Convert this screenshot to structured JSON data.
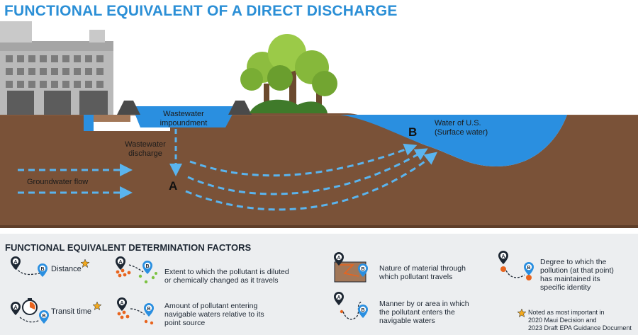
{
  "title": "FUNCTIONAL EQUIVALENT OF A DIRECT DISCHARGE",
  "diagram": {
    "impoundment_label_1": "Wastewater",
    "impoundment_label_2": "impoundment",
    "discharge_label_1": "Wastewater",
    "discharge_label_2": "discharge",
    "point_a": "A",
    "point_b": "B",
    "groundwater_label": "Groundwater flow",
    "water_label_1": "Water of U.S.",
    "water_label_2": "(Surface water)"
  },
  "factors": {
    "heading": "FUNCTIONAL EQUIVALENT DETERMINATION FACTORS",
    "distance": "Distance",
    "transit_time": "Transit time",
    "diluted_1": "Extent to which the pollutant is diluted",
    "diluted_2": "or chemically changed as it travels",
    "amount_1": "Amount of pollutant entering",
    "amount_2": "navigable waters relative to its",
    "amount_3": "point source",
    "nature_1": "Nature of material through",
    "nature_2": "which pollutant travels",
    "manner_1": "Manner by or area in which",
    "manner_2": "the pollutant enters the",
    "manner_3": "navigable waters",
    "degree_1": "Degree to which the",
    "degree_2": "pollution (at that point)",
    "degree_3": "has maintained its",
    "degree_4": "specific identity",
    "note_1": "Noted as most important in",
    "note_2": "2020 Maui Decision and",
    "note_3": "2023 Draft EPA Guidance Document",
    "pin_a": "A",
    "pin_b": "B"
  },
  "colors": {
    "title": "#2b8fd6",
    "soil": "#7a5238",
    "water": "#2a8fe0",
    "arrow": "#5ab4ee",
    "panel": "#eceef0",
    "star": "#f2a81d"
  }
}
